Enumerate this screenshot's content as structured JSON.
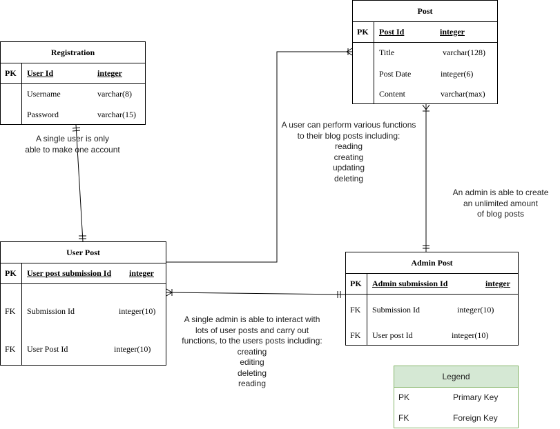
{
  "entities": {
    "registration": {
      "title": "Registration",
      "pk": {
        "key": "PK",
        "name": "User Id",
        "type": "integer"
      },
      "fields": [
        {
          "name": "Username",
          "type": "varchar(8)"
        },
        {
          "name": "Password",
          "type": "varchar(15)"
        }
      ]
    },
    "post": {
      "title": "Post",
      "pk": {
        "key": "PK",
        "name": "Post Id",
        "type": "integer"
      },
      "fields": [
        {
          "name": "Title",
          "type": "varchar(128)"
        },
        {
          "name": "Post Date",
          "type": "integer(6)"
        },
        {
          "name": "Content",
          "type": "varchar(max)"
        }
      ]
    },
    "user_post": {
      "title": "User Post",
      "pk": {
        "key": "PK",
        "name": "User post submission Id",
        "type": "integer"
      },
      "fields": [
        {
          "key": "FK",
          "name": "Submission Id",
          "type": "integer(10)"
        },
        {
          "key": "FK",
          "name": "User Post Id",
          "type": "integer(10)"
        }
      ]
    },
    "admin_post": {
      "title": "Admin Post",
      "pk": {
        "key": "PK",
        "name": "Admin submission Id",
        "type": "integer"
      },
      "fields": [
        {
          "key": "FK",
          "name": "Submission Id",
          "type": "integer(10)"
        },
        {
          "key": "FK",
          "name": "User post Id",
          "type": "integer(10)"
        }
      ]
    }
  },
  "notes": {
    "registration_note": [
      "A single user is only",
      "able to make one account"
    ],
    "user_functions_note": [
      "A user can perform various functions",
      "to their blog posts including:",
      "reading",
      "creating",
      "updating",
      "deleting"
    ],
    "admin_create_note": [
      "An admin is able to create",
      "an unlimited amount",
      "of blog posts"
    ],
    "admin_interact_note": [
      "A single admin is able to interact with",
      "lots of user posts and carry out",
      "functions, to the users posts including:",
      "creating",
      "editing",
      "deleting",
      "reading"
    ]
  },
  "legend": {
    "title": "Legend",
    "rows": [
      {
        "key": "PK",
        "meaning": "Primary Key"
      },
      {
        "key": "FK",
        "meaning": "Foreign Key"
      }
    ]
  },
  "colors": {
    "legend_header": "#d5e8d4",
    "legend_border": "#82b366",
    "line": "#000000"
  }
}
